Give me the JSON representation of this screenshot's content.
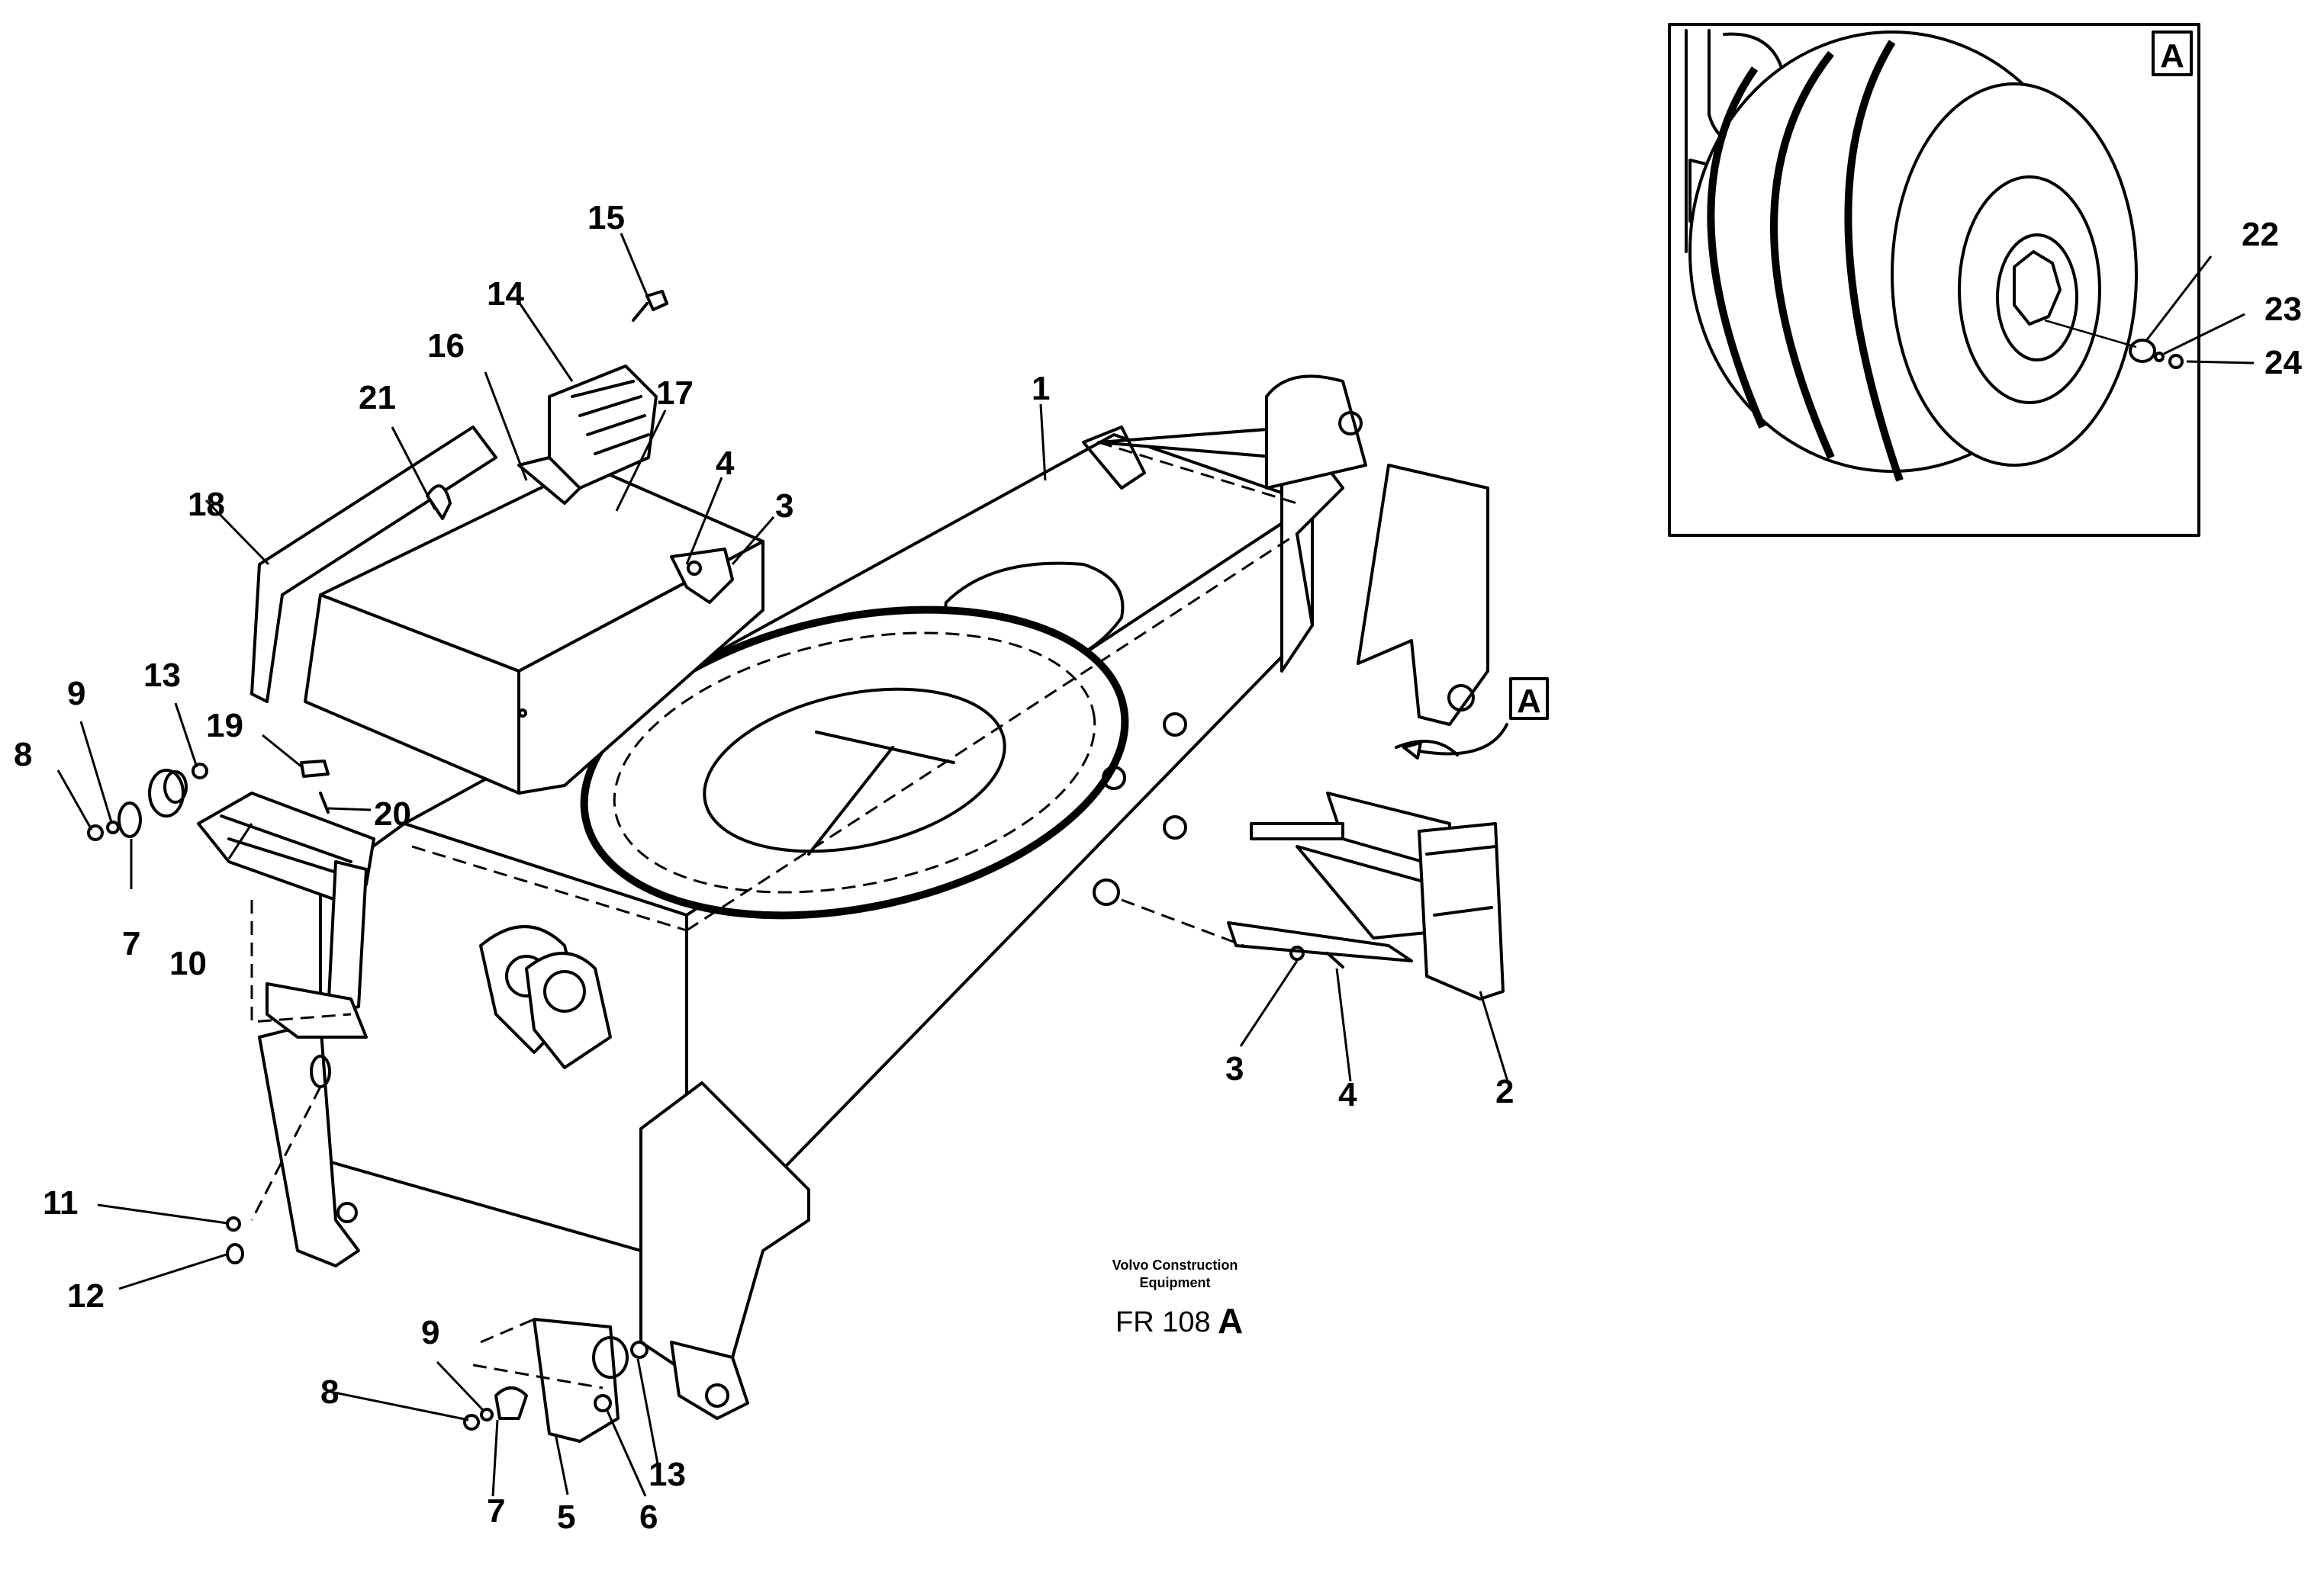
{
  "callouts": [
    "1",
    "2",
    "3",
    "4",
    "5",
    "6",
    "7",
    "8",
    "9",
    "10",
    "11",
    "12",
    "13",
    "14",
    "15",
    "16",
    "17",
    "18",
    "19",
    "20",
    "21",
    "22",
    "23",
    "24"
  ],
  "view_tag": "A",
  "footer": {
    "brand_line1": "Volvo Construction",
    "brand_line2": "Equipment",
    "ref_prefix": "FR 108",
    "ref_suffix": "A"
  },
  "colors": {
    "ink": "#000000",
    "paper": "#ffffff"
  }
}
